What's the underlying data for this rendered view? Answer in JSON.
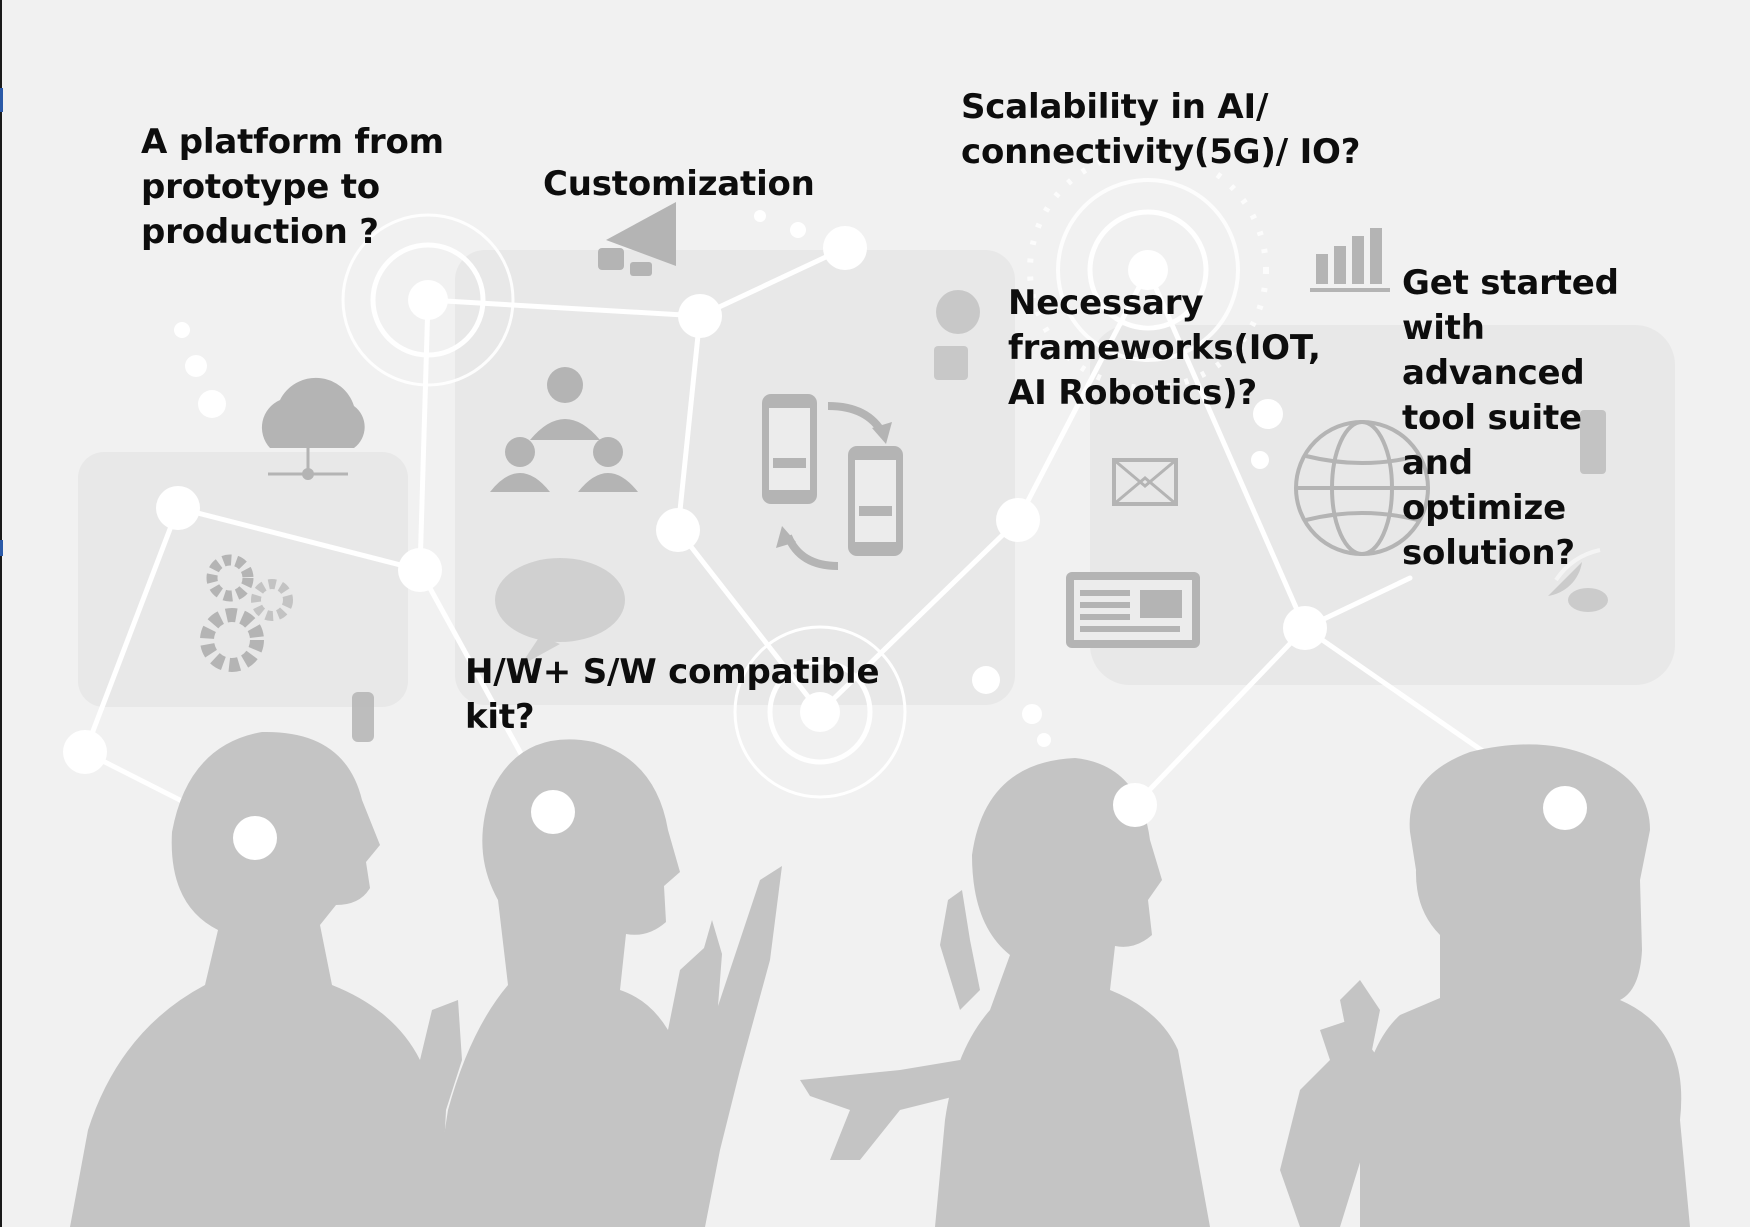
{
  "colors": {
    "background": "#f1f1f1",
    "silhouette": "#c4c4c4",
    "panel": "#e6e6e6",
    "network_line": "#ffffff",
    "icon_gray": "#b4b4b4",
    "text": "#0d0d0d",
    "left_border": "#1a1a1a",
    "left_accent": "#2b5aa8"
  },
  "questions": {
    "platform": [
      "A platform from",
      "prototype to",
      "production ?"
    ],
    "customization": [
      "Customization"
    ],
    "scalability": [
      "Scalability in AI/",
      "connectivity(5G)/ IO?"
    ],
    "frameworks": [
      "Necessary",
      "frameworks(IOT,",
      "AI Robotics)?"
    ],
    "get_started": [
      "Get started",
      "with",
      "advanced",
      "tool suite",
      "and",
      "optimize",
      "solution?"
    ],
    "hw_sw": [
      "H/W+ S/W compatible",
      "kit?"
    ]
  },
  "icons": [
    "cloud-icon",
    "gears-icon",
    "team-icon",
    "megaphone-icon",
    "lightbulb-icon",
    "phone-sync-icon",
    "speech-bubble-icon",
    "envelope-icon",
    "web-page-icon",
    "bar-chart-icon",
    "globe-icon",
    "satellite-dish-icon",
    "usb-drive-icon"
  ]
}
